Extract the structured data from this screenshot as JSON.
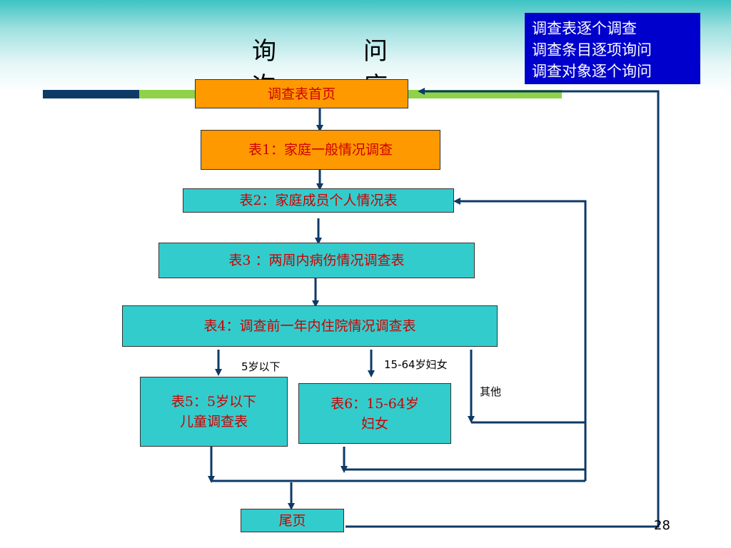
{
  "title": "询　问　次　序",
  "note": {
    "line1": "调查表逐个调查",
    "line2": "调查条目逐项询问",
    "line3": "调查对象逐个询问"
  },
  "boxes": {
    "cover": "调查表首页",
    "t1": "表1：家庭一般情况调查",
    "t2": "表2：家庭成员个人情况表",
    "t3": "表3 ：两周内病伤情况调查表",
    "t4": "表4：调查前一年内住院情况调查表",
    "t5_line1": "表5：5岁以下",
    "t5_line2": "儿童调查表",
    "t6_line1": "表6：15-64岁",
    "t6_line2": "妇女",
    "end": "尾页"
  },
  "labels": {
    "under5": "5岁以下",
    "women": "15-64岁妇女",
    "other": "其他"
  },
  "page_number": "28",
  "colors": {
    "orange": "#ff9900",
    "teal": "#33cccc",
    "note_bg": "#0000cc",
    "text_red": "#cc0000",
    "connector": "#0d3a66"
  }
}
